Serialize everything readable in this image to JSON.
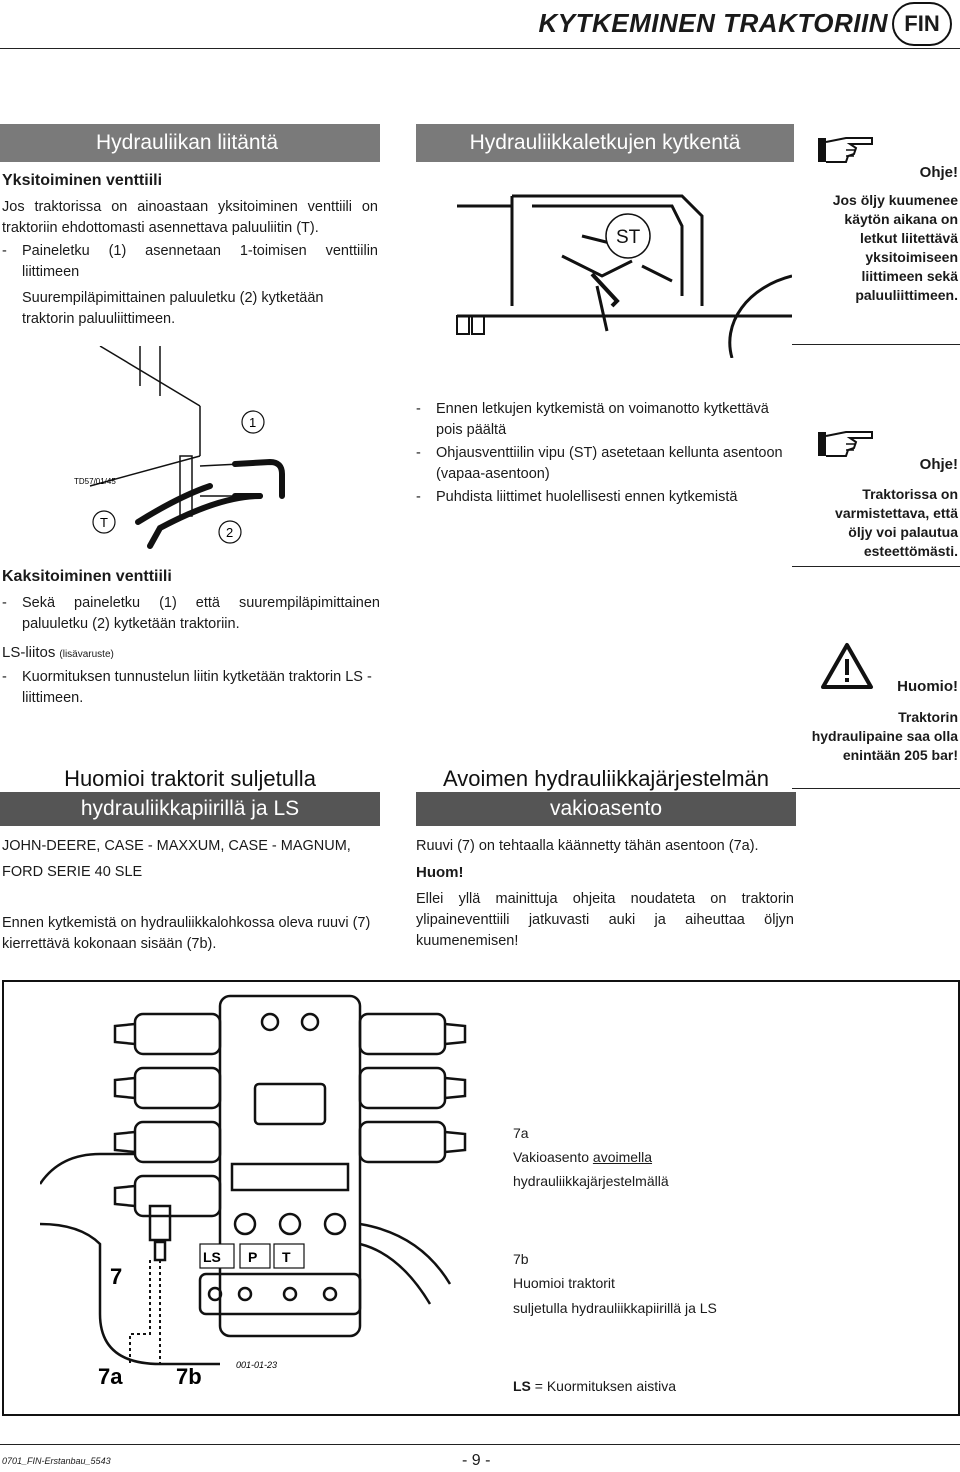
{
  "header": {
    "title": "KYTKEMINEN TRAKTORIIN",
    "lang_badge": "FIN"
  },
  "section1": {
    "bar_title": "Hydrauliikan liitäntä",
    "subhead": "Yksitoiminen venttiili",
    "p1": "Jos traktorissa on ainoastaan yksitoiminen venttiili on traktoriin ehdottomasti asennettava paluuliitin (T).",
    "p2": "Paineletku (1) asennetaan 1-toimisen venttiilin liittimeen",
    "p3": "Suurempiläpimittainen paluuletku (2) kytketään traktorin paluuliittimeen."
  },
  "section2": {
    "bar_title": "Hydrauliikkaletkujen kytkentä",
    "fig_label_st": "ST",
    "steps": [
      "Ennen letkujen kytkemistä on voimanotto kytkettävä pois päältä",
      "Ohjausventtiilin vipu (ST) asetetaan kellunta asentoon (vapaa-asentoon)",
      "Puhdista liittimet huolellisesti ennen kytkemistä"
    ]
  },
  "note1": {
    "head": "Ohje!",
    "body": "Jos öljy kuumenee käytön aikana on letkut liitettävä yksitoimiseen liittimeen sekä paluuliittimeen."
  },
  "note2": {
    "head": "Ohje!",
    "body": "Traktorissa on varmistettava, että öljy voi palautua esteettömästi."
  },
  "note3": {
    "head": "Huomio!",
    "body": "Traktorin hydraulipaine saa olla enintään 205 bar!"
  },
  "fig_hose": {
    "code": "TD57/01/45",
    "label_1": "1",
    "label_2": "2",
    "label_t": "T"
  },
  "section3": {
    "subhead": "Kaksitoiminen venttiili",
    "p1": "Sekä paineletku (1) että suurempiläpimittainen paluuletku (2) kytketään traktoriin.",
    "ls_label": "LS-liitos",
    "ls_note": "(lisävaruste)",
    "p2": "Kuormituksen tunnustelun liitin kytketään traktorin LS -liittimeen."
  },
  "section4": {
    "title_line1": "Huomioi traktorit suljetulla",
    "title_line2": "hydrauliikkapiirillä ja LS",
    "models_line1": "JOHN-DEERE, CASE - MAXXUM, CASE - MAGNUM,",
    "models_line2": "FORD SERIE 40 SLE",
    "p1": "Ennen kytkemistä on hydrauliikkalohkossa oleva ruuvi (7) kierrettävä kokonaan sisään (7b)."
  },
  "section5": {
    "title_line1": "Avoimen hydrauliikkajärjestelmän",
    "title_line2": "vakioasento",
    "p1": "Ruuvi (7) on tehtaalla käännetty tähän asentoon (7a).",
    "huom": "Huom!",
    "p2": "Ellei yllä mainittuja ohjeita noudateta on traktorin ylipaineventtiili jatkuvasti auki ja aiheuttaa öljyn kuumenemisen!"
  },
  "fig_block": {
    "label_7": "7",
    "label_ls": "LS",
    "label_p": "P",
    "label_t": "T",
    "label_7a": "7a",
    "label_7b": "7b",
    "code": "001-01-23",
    "cap_7a_id": "7a",
    "cap_7a_text1": "Vakioasento ",
    "cap_7a_link": "avoimella",
    "cap_7a_text2": "hydrauliikkajärjestelmällä",
    "cap_7b_id": "7b",
    "cap_7b_line1": "Huomioi traktorit",
    "cap_7b_line2": "suljetulla hydrauliikkapiirillä ja LS",
    "ls_abbr": "LS",
    "ls_def": "= Kuormituksen aistiva"
  },
  "footer": {
    "doc_code": "0701_FIN-Erstanbau_5543",
    "page": "- 9 -"
  },
  "colors": {
    "bar_grey": "#7a7a7a",
    "bar_dark": "#555555",
    "text": "#1a1a1a"
  }
}
